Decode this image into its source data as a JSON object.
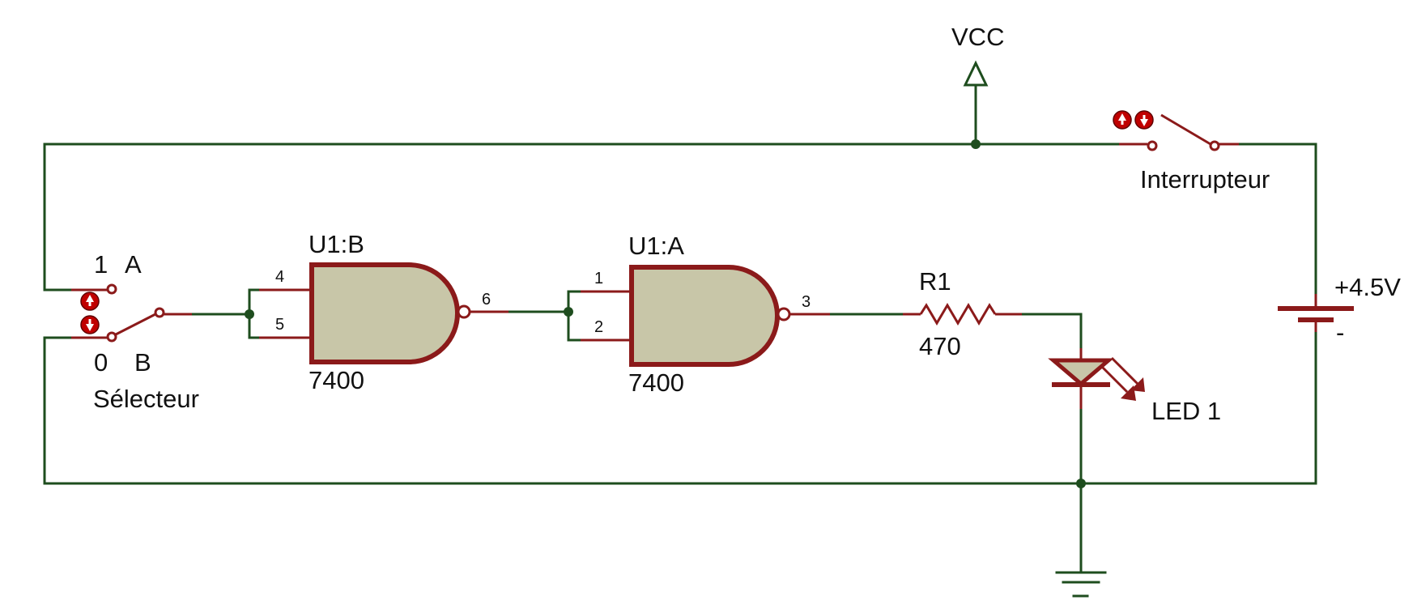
{
  "power": {
    "vcc_label": "VCC",
    "battery_plus_label": "+4.5V",
    "battery_minus_label": "-"
  },
  "switch_main": {
    "label": "Interrupteur"
  },
  "selector": {
    "pos1_number": "1",
    "pos1_letter": "A",
    "pos0_number": "0",
    "pos0_letter": "B",
    "label": "Sélecteur"
  },
  "gate_b": {
    "ref": "U1:B",
    "part": "7400",
    "pin_in1": "4",
    "pin_in2": "5",
    "pin_out": "6"
  },
  "gate_a": {
    "ref": "U1:A",
    "part": "7400",
    "pin_in1": "1",
    "pin_in2": "2",
    "pin_out": "3"
  },
  "resistor": {
    "ref": "R1",
    "value": "470"
  },
  "led": {
    "label": "LED 1"
  },
  "colors": {
    "wire": "#1e4d1e",
    "component": "#8b1a1a",
    "gate_fill": "#c8c6a8",
    "button": "#c00000"
  }
}
